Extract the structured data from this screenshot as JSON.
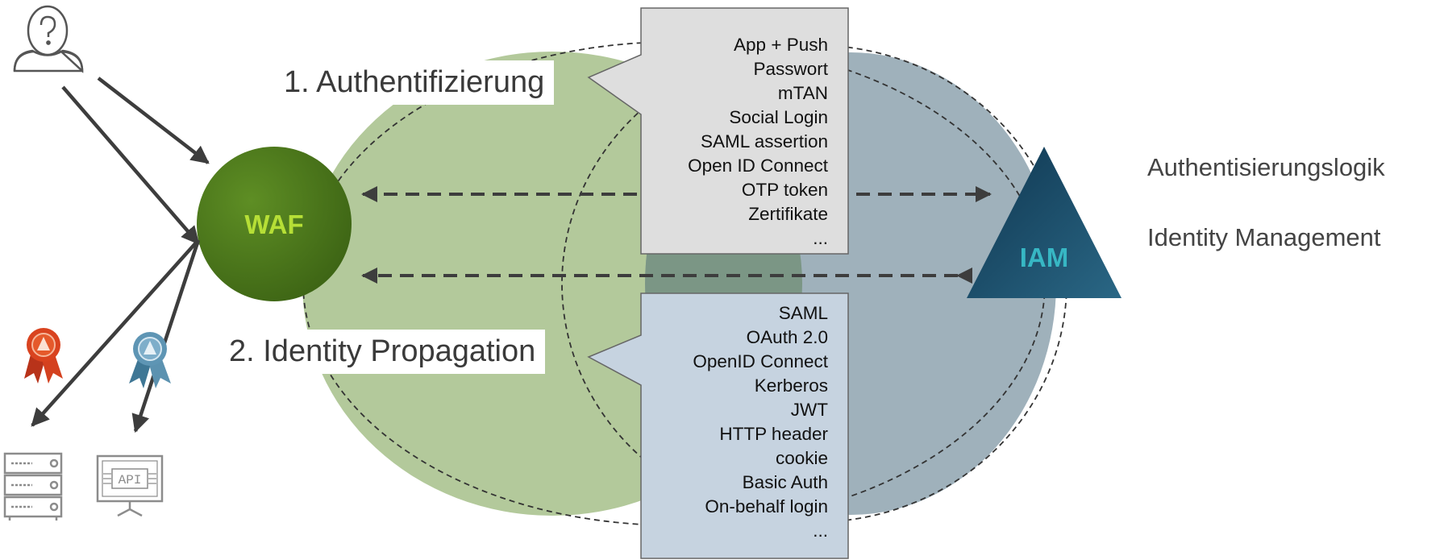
{
  "nodes": {
    "waf": "WAF",
    "iam": "IAM"
  },
  "steps": {
    "authentication": "1. Authentifizierung",
    "propagation": "2. Identity Propagation"
  },
  "authentication_methods": [
    "App + Push",
    "Passwort",
    "mTAN",
    "Social Login",
    "SAML assertion",
    "Open ID Connect",
    "OTP token",
    "Zertifikate",
    "..."
  ],
  "propagation_methods": [
    "SAML",
    "OAuth 2.0",
    "OpenID Connect",
    "Kerberos",
    "JWT",
    "HTTP header",
    "cookie",
    "Basic Auth",
    "On-behalf login",
    "..."
  ],
  "side_labels": {
    "logic": "Authentisierungslogik",
    "identity": "Identity Management"
  },
  "icons": [
    "user-unknown-icon",
    "red-certificate-icon",
    "blue-certificate-icon",
    "server-rack-icon",
    "api-monitor-icon"
  ],
  "colors": {
    "green_circle": "#b3c99b",
    "gray_circle": "#9fb1bb",
    "overlap": "#7b9685",
    "waf_green": "#4f7b1e",
    "waf_text": "#b6df36",
    "iam_blue": "#1c4f6b",
    "iam_text": "#37b7c4",
    "auth_box": "#dedede",
    "prop_box": "#c6d3e0"
  }
}
